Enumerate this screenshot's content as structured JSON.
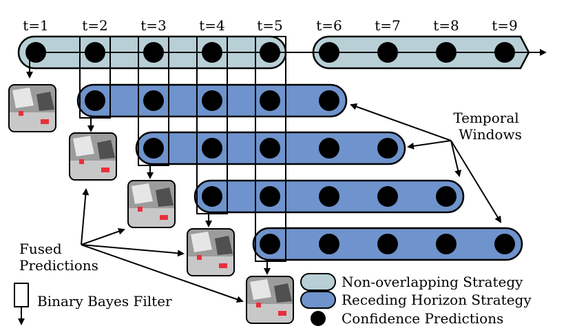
{
  "time_labels": [
    "t=1",
    "t=2",
    "t=3",
    "t=4",
    "t=5",
    "t=6",
    "t=7",
    "t=8",
    "t=9"
  ],
  "annotations": {
    "temporal_windows": [
      "Temporal",
      "Windows"
    ],
    "fused_predictions": [
      "Fused",
      "Predictions"
    ],
    "binary_bayes_filter": "Binary Bayes Filter"
  },
  "legend": {
    "non_overlapping": "Non-overlapping Strategy",
    "receding_horizon": "Receding Horizon Strategy",
    "confidence": "Confidence Predictions"
  },
  "colors": {
    "non_overlapping_fill": "#b8cfd6",
    "receding_fill": "#6f93cc",
    "dot": "#000000",
    "stroke": "#000000"
  },
  "windows": [
    {
      "strategy": "receding-horizon",
      "from": 2,
      "to": 6
    },
    {
      "strategy": "receding-horizon",
      "from": 3,
      "to": 7
    },
    {
      "strategy": "receding-horizon",
      "from": 4,
      "to": 8
    },
    {
      "strategy": "receding-horizon",
      "from": 5,
      "to": 9
    }
  ],
  "icons": [
    "fused-prediction-thumbnail-icon",
    "binary-bayes-filter-icon",
    "confidence-prediction-dot-icon"
  ]
}
